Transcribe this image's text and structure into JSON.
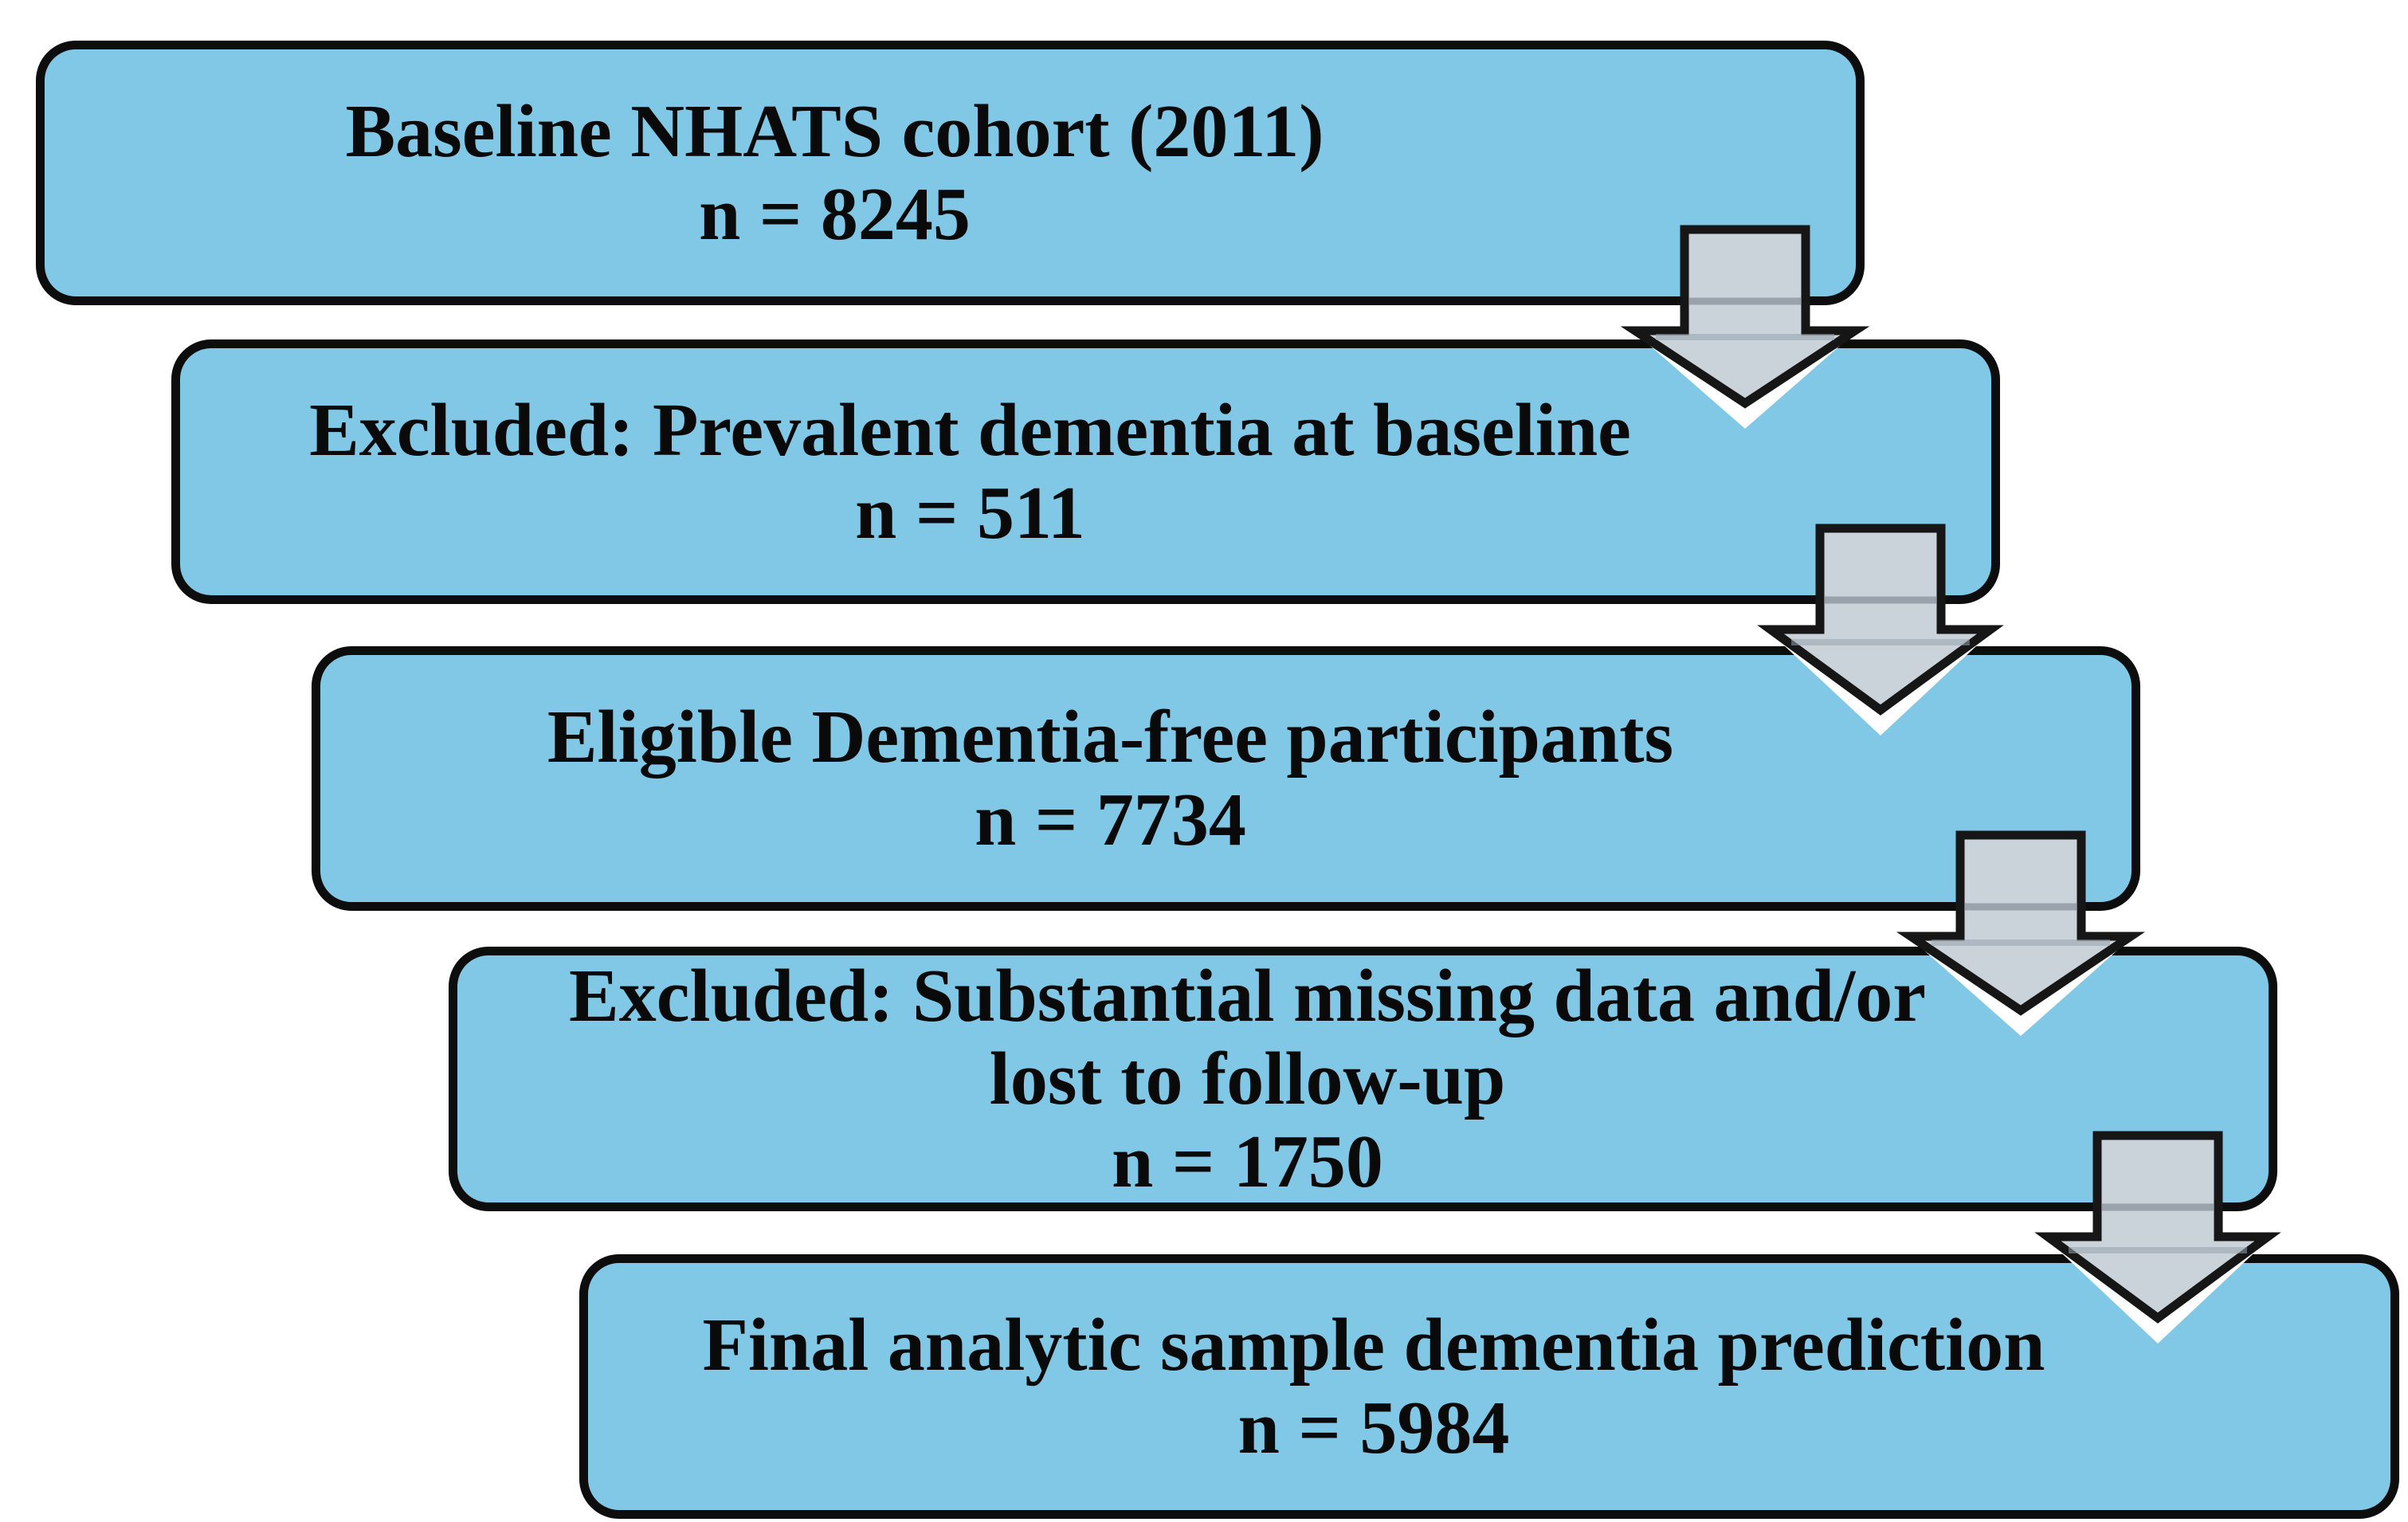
{
  "diagram": {
    "type": "flowchart",
    "background_color": "#ffffff",
    "box_fill_color": "#80c8e6",
    "box_border_color": "#0d0d0d",
    "arrow_fill_color": "#cbd3da",
    "arrow_halo_color": "#ffffff",
    "text_color": "#0a0a0a",
    "boxes": [
      {
        "id": "baseline-cohort",
        "line1": "Baseline NHATS cohort (2011)",
        "n_label": "n = 8245"
      },
      {
        "id": "excluded-prevalent",
        "line1": "Excluded: Prevalent dementia at baseline",
        "n_label": "n = 511"
      },
      {
        "id": "eligible-dementia-free",
        "line1": "Eligible Dementia-free participants",
        "n_label": "n = 7734"
      },
      {
        "id": "excluded-missing-data",
        "line1": "Excluded: Substantial missing data and/or",
        "line2": "lost to follow-up",
        "n_label": "n = 1750"
      },
      {
        "id": "final-analytic-sample",
        "line1": "Final analytic sample dementia prediction",
        "n_label": "n = 5984"
      }
    ]
  }
}
